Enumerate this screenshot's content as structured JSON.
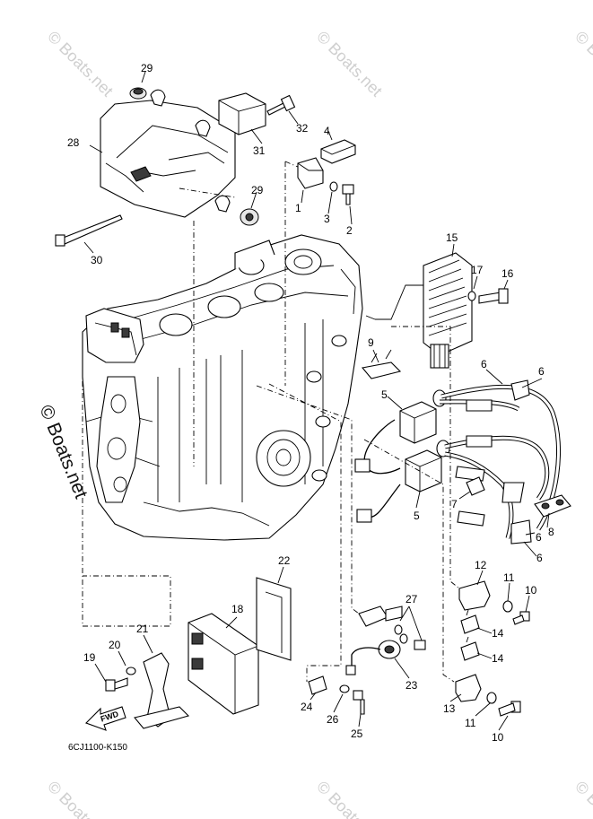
{
  "diagram_code": "6CJ1100-K150",
  "direction_label": "FWD",
  "watermark": "© Boats.net",
  "callouts": {
    "c1": "1",
    "c2": "2",
    "c3": "3",
    "c4": "4",
    "c5a": "5",
    "c5b": "5",
    "c6a": "6",
    "c6b": "6",
    "c6c": "6",
    "c6d": "6",
    "c7": "7",
    "c8": "8",
    "c9": "9",
    "c10a": "10",
    "c10b": "10",
    "c11a": "11",
    "c11b": "11",
    "c12": "12",
    "c13": "13",
    "c14a": "14",
    "c14b": "14",
    "c15": "15",
    "c16": "16",
    "c17": "17",
    "c18": "18",
    "c19": "19",
    "c20": "20",
    "c21": "21",
    "c22": "22",
    "c23": "23",
    "c24": "24",
    "c25": "25",
    "c26": "26",
    "c27": "27",
    "c28": "28",
    "c29a": "29",
    "c29b": "29",
    "c30": "30",
    "c31": "31",
    "c32": "32"
  }
}
